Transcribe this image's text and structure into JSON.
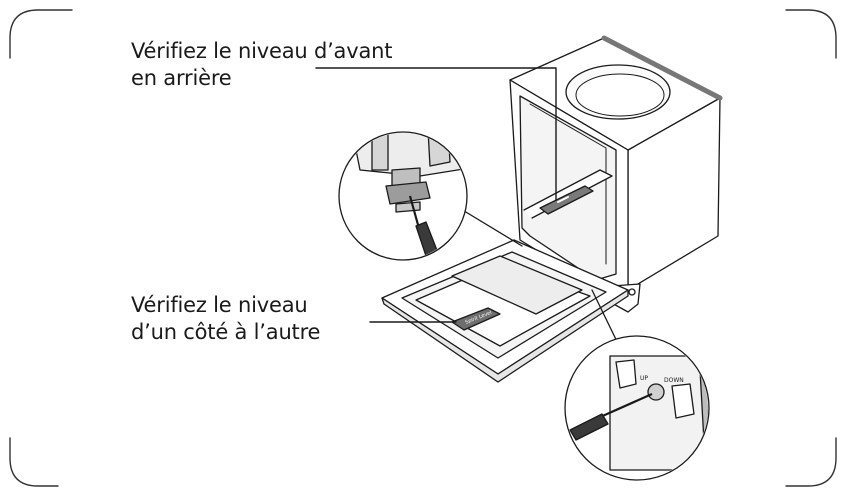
{
  "callouts": {
    "front_to_back": {
      "line1": "Vérifiez le niveau d’avant",
      "line2": "en arrière"
    },
    "side_to_side": {
      "line1": "Vérifiez le niveau",
      "line2": "d’un côté à l’autre"
    }
  },
  "zoom_right": {
    "up_label": "UP",
    "down_label": "DOWN"
  },
  "level_tool": {
    "brand_text": "Spirit Level"
  },
  "colors": {
    "line": "#1a1a1a",
    "fill": "#ffffff",
    "shade": "#d9d9d9",
    "dark": "#3a3a3a"
  }
}
